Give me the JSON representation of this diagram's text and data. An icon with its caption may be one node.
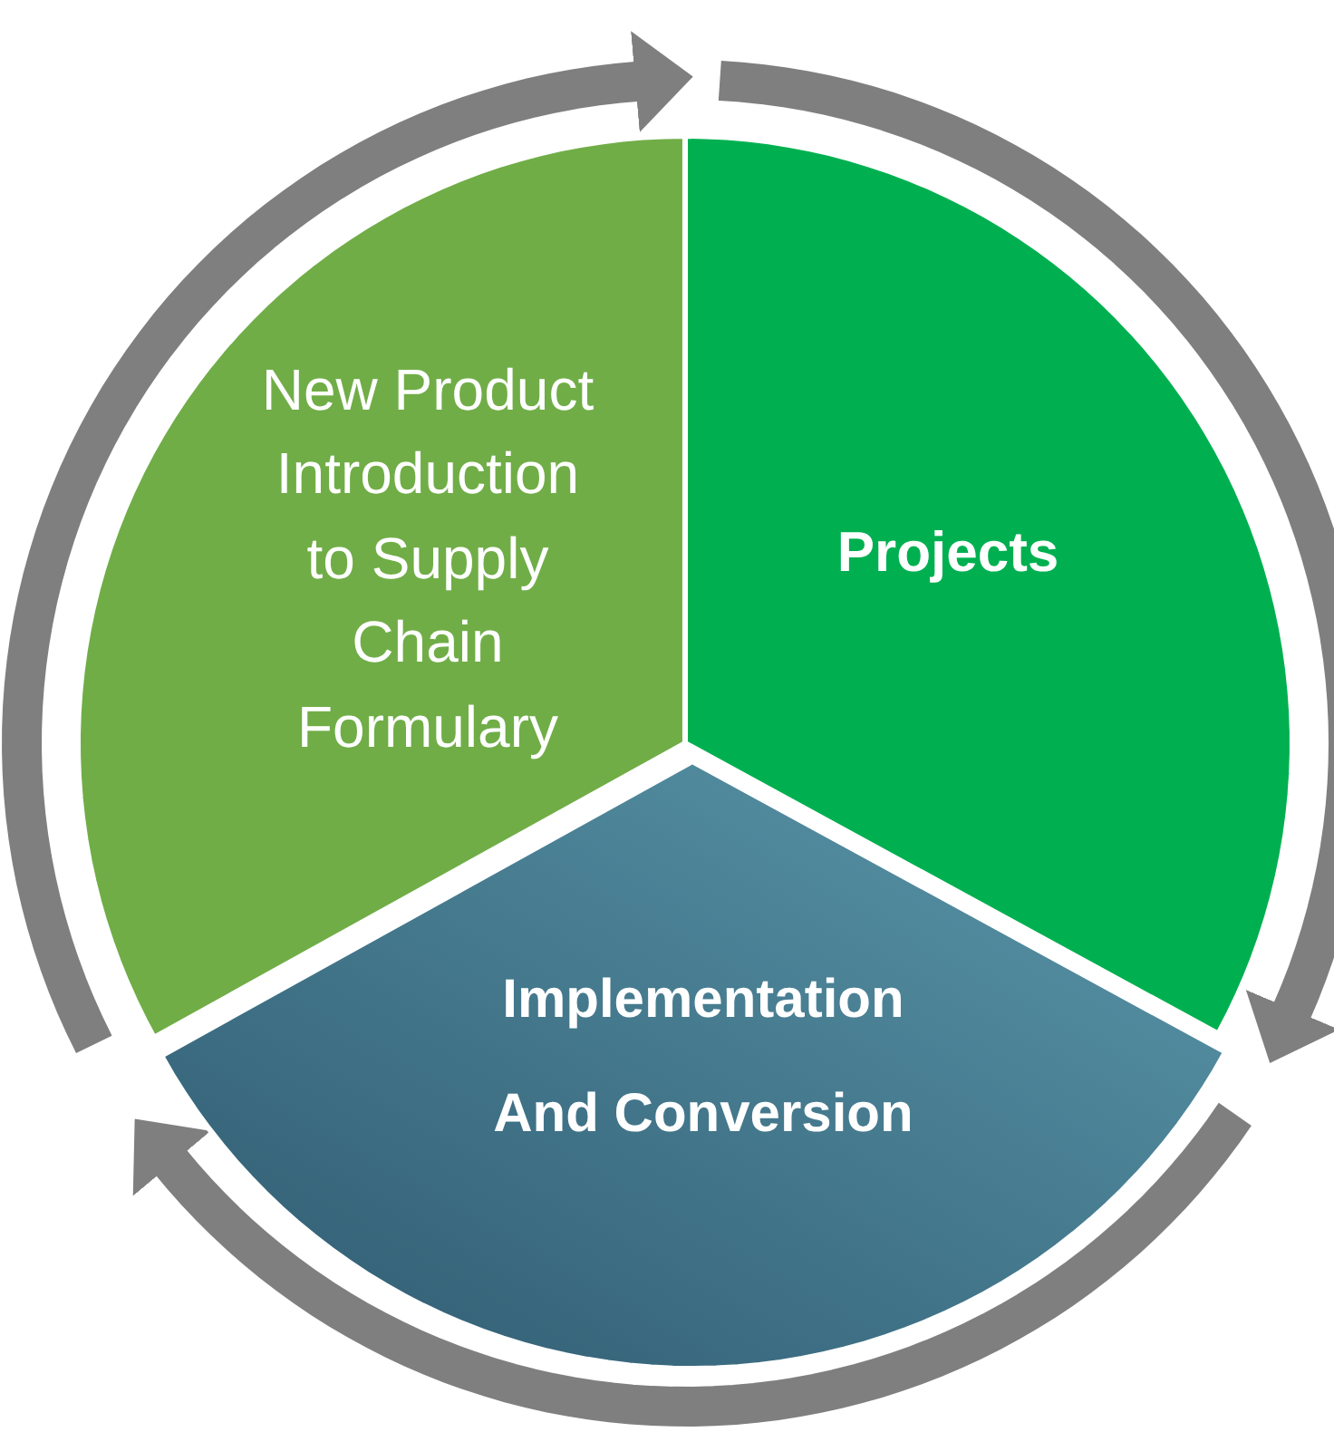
{
  "diagram": {
    "nodes": [
      {
        "text": [
          "New Product Introduction to Supply Chain Formulary"
        ]
      },
      {
        "text": [
          "Projects"
        ]
      },
      {
        "text": [
          "Implementation And Conversion"
        ]
      }
    ]
  }
}
